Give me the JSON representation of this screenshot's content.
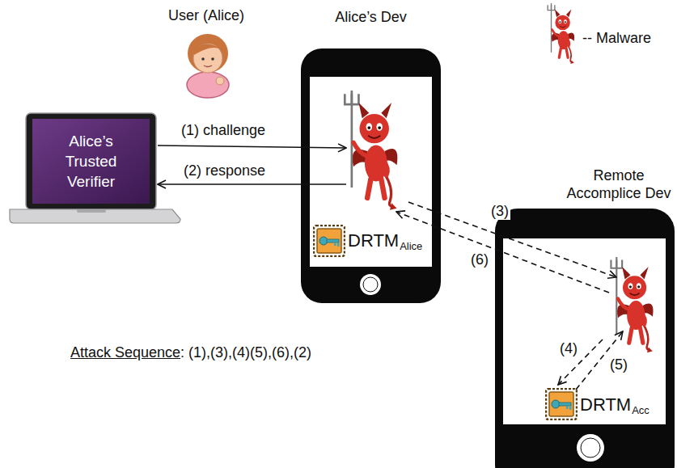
{
  "diagram": {
    "nodes": [
      {
        "text": [
          "Alice’s Trusted Verifier"
        ]
      },
      {
        "text": [
          "Alice’s Dev"
        ]
      },
      {
        "text": [
          "DRTM",
          "Alice"
        ],
        "in": 1
      },
      {
        "text": [
          "Remote Accomplice Dev"
        ]
      },
      {
        "text": [
          "DRTM",
          "Acc"
        ],
        "in": 3
      }
    ],
    "edges": [
      {
        "from": 0,
        "to": 1,
        "arrow": "to",
        "label": "(1) challenge"
      },
      {
        "from": 1,
        "to": 0,
        "arrow": "to",
        "label": "(2) response"
      },
      {
        "from": 1,
        "to": 3,
        "arrow": "to",
        "label": "(3)"
      },
      {
        "from": 3,
        "to": 1,
        "arrow": "to",
        "label": "(6)"
      },
      {
        "from": 3,
        "to": 4,
        "arrow": "to",
        "label": "(4)"
      },
      {
        "from": 4,
        "to": 3,
        "arrow": "to",
        "label": "(5)"
      }
    ],
    "labels": [
      "User (Alice)",
      "Attack Sequence",
      ": (1),(3),(4)(5),(6),(2)"
    ],
    "legend": [
      {
        "text": "-- Malware"
      }
    ]
  }
}
